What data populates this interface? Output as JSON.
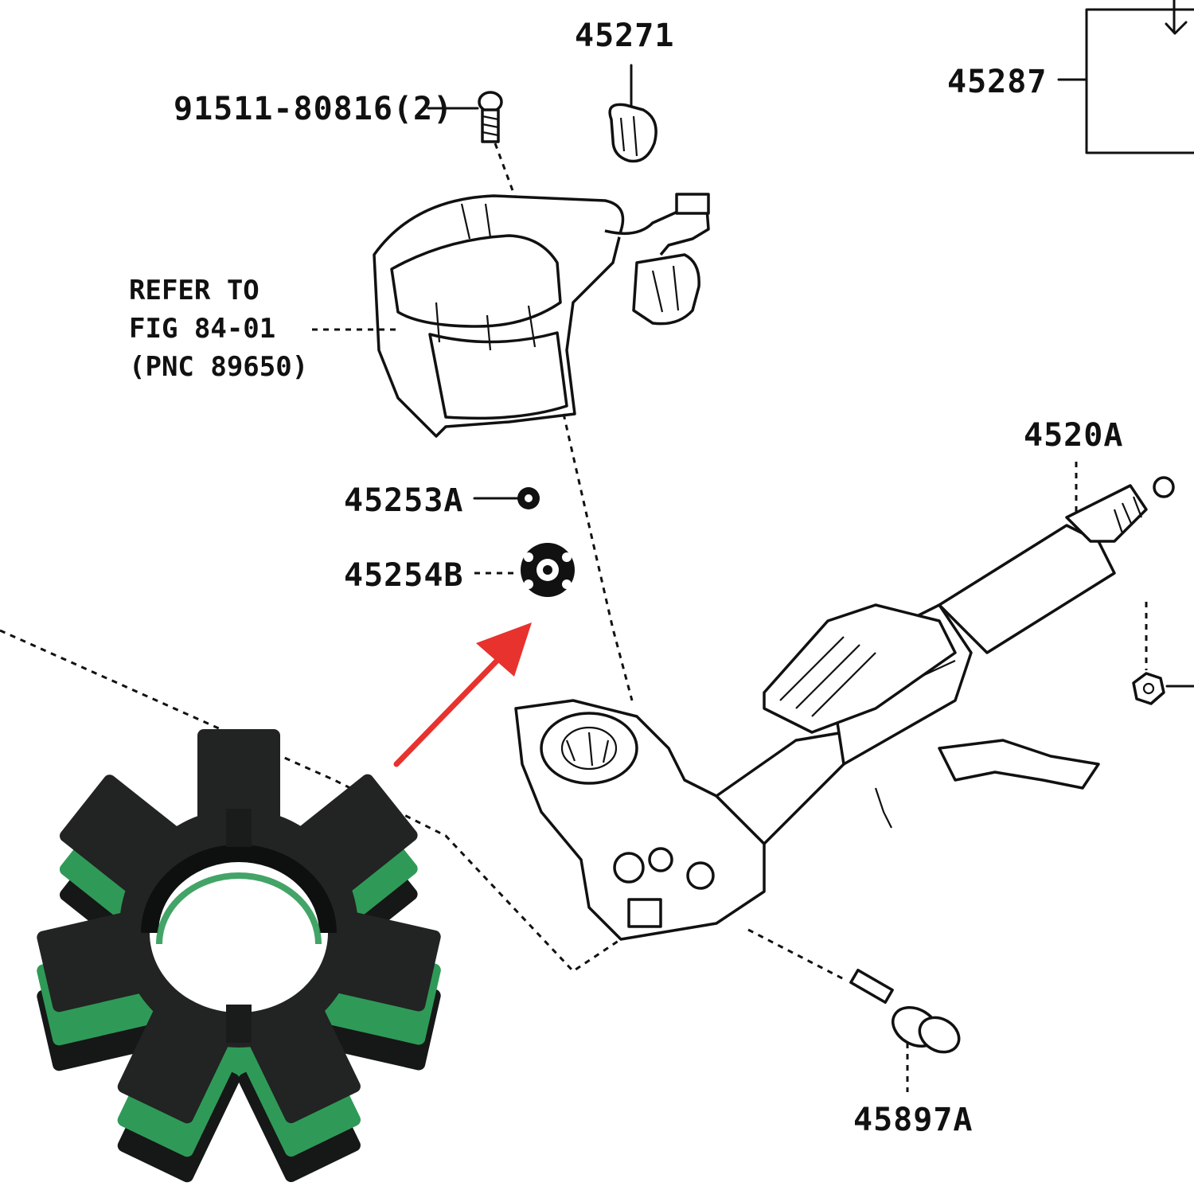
{
  "labels": {
    "p45271": "45271",
    "p45287": "45287",
    "p91511": "91511-80816(2)",
    "p45253a": "45253A",
    "p45254b": "45254B",
    "p4520a": "4520A",
    "p45897a": "45897A"
  },
  "note": {
    "line1": "REFER TO",
    "line2": "FIG 84-01",
    "line3": "(PNC 89650)"
  },
  "colors": {
    "ink": "#111111",
    "arrow": "#e8322e",
    "rubber_black": "#1e1f1f",
    "rubber_green": "#2f9a57"
  }
}
